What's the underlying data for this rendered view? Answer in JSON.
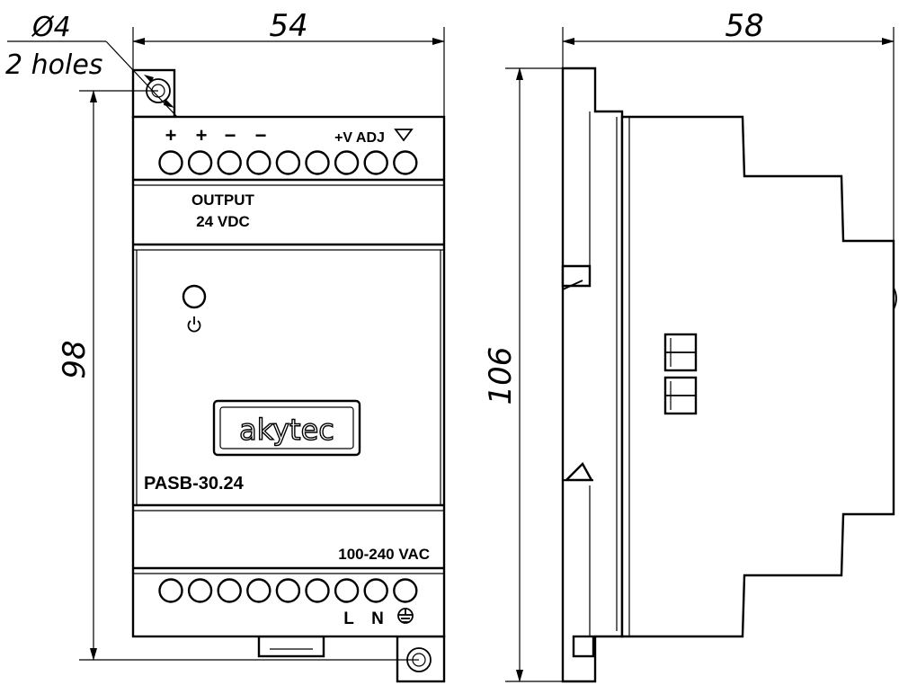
{
  "dimensions": {
    "hole_diameter": "Ø4",
    "hole_count": "2 holes",
    "front_width": "54",
    "front_height": "98",
    "side_depth": "58",
    "side_height": "106"
  },
  "front": {
    "top_terminal_labels": [
      "+",
      "+",
      "−",
      "−"
    ],
    "adj_label": "+V ADJ",
    "output_line1": "OUTPUT",
    "output_line2": "24 VDC",
    "brand": "akytec",
    "model": "PASB-30.24",
    "input_voltage": "100-240 VAC",
    "bottom_terminal_labels": [
      "L",
      "N"
    ],
    "top_terminal_count": 9,
    "bottom_terminal_count": 9
  },
  "icons": {
    "power": "power-icon",
    "ground": "ground-icon",
    "adjust": "triangle-down-icon"
  }
}
